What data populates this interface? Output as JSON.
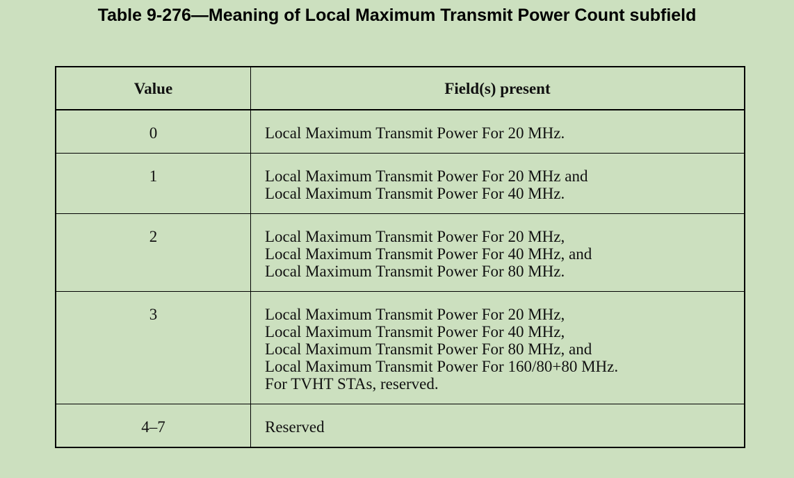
{
  "caption": "Table 9-276—Meaning of Local Maximum Transmit Power Count subfield",
  "headers": {
    "value": "Value",
    "fields": "Field(s) present"
  },
  "rows": [
    {
      "value": "0",
      "lines": [
        "Local Maximum Transmit Power For 20 MHz."
      ]
    },
    {
      "value": "1",
      "lines": [
        "Local Maximum Transmit Power For 20 MHz and",
        "Local Maximum Transmit Power For 40 MHz."
      ]
    },
    {
      "value": "2",
      "lines": [
        "Local Maximum Transmit Power For 20 MHz,",
        "Local Maximum Transmit Power For 40 MHz, and",
        "Local Maximum Transmit Power For 80 MHz."
      ]
    },
    {
      "value": "3",
      "lines": [
        "Local Maximum Transmit Power For 20 MHz,",
        "Local Maximum Transmit Power For 40 MHz,",
        "Local Maximum Transmit Power For 80 MHz, and",
        "Local Maximum Transmit Power For 160/80+80 MHz.",
        "For TVHT STAs, reserved."
      ]
    },
    {
      "value": "4–7",
      "lines": [
        "Reserved"
      ]
    }
  ]
}
